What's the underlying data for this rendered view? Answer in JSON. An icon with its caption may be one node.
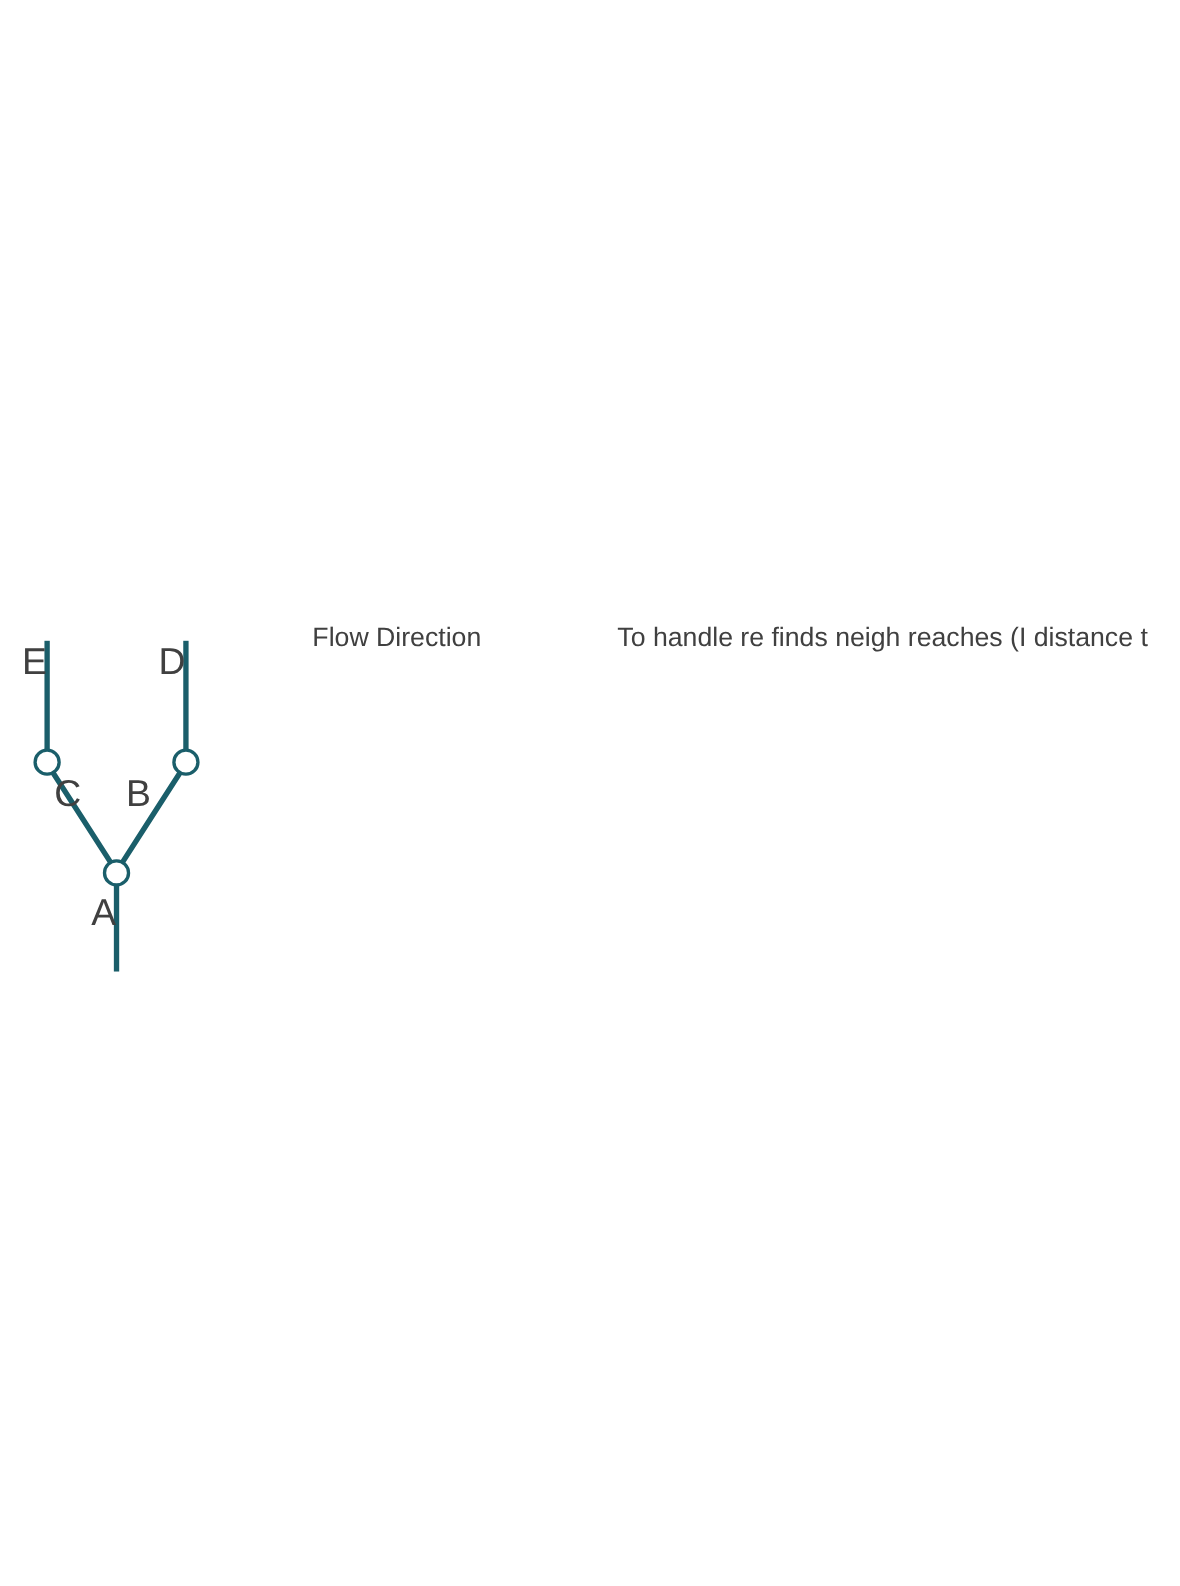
{
  "diagram": {
    "nodes": [
      {
        "text": [],
        "shape": "circle"
      },
      {
        "text": [],
        "shape": "circle"
      },
      {
        "text": [],
        "shape": "circle"
      }
    ],
    "edges": [
      {
        "from": null,
        "to": 0,
        "arrow": "none",
        "label": "D"
      },
      {
        "from": null,
        "to": 1,
        "arrow": "none",
        "label": "E"
      },
      {
        "from": 0,
        "to": 2,
        "arrow": "none",
        "label": "B"
      },
      {
        "from": 1,
        "to": 2,
        "arrow": "none",
        "label": "C"
      },
      {
        "from": 2,
        "to": null,
        "arrow": "none",
        "label": "A"
      }
    ],
    "labels": [
      "Flow Direction",
      "To handle re finds neigh reaches (I distance t"
    ]
  }
}
